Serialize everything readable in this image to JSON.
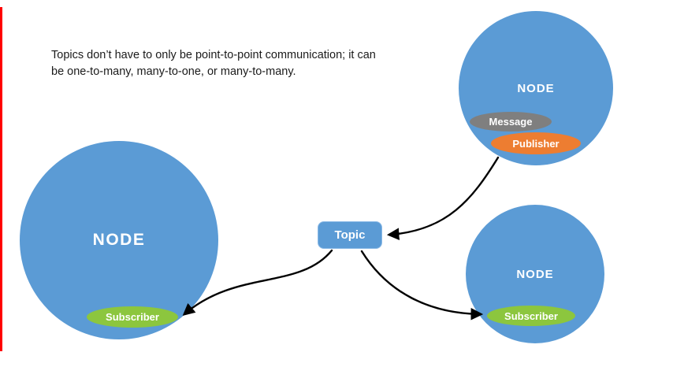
{
  "caption": "Topics don’t have to only be point-to-point communication; it can be one-to-many, many-to-one, or many-to-many.",
  "left_node": {
    "label": "NODE",
    "subscriber_label": "Subscriber"
  },
  "topic": {
    "label": "Topic"
  },
  "publisher_node": {
    "label": "NODE",
    "message_label": "Message",
    "publisher_label": "Publisher"
  },
  "subscriber_node": {
    "label": "NODE",
    "subscriber_label": "Subscriber"
  },
  "colors": {
    "node_blue": "#5b9bd5",
    "publisher_orange": "#ed7d31",
    "subscriber_green": "#8cc63e",
    "message_gray": "#7f7f7f",
    "arrow_black": "#000000",
    "accent_red": "#ff0000"
  }
}
